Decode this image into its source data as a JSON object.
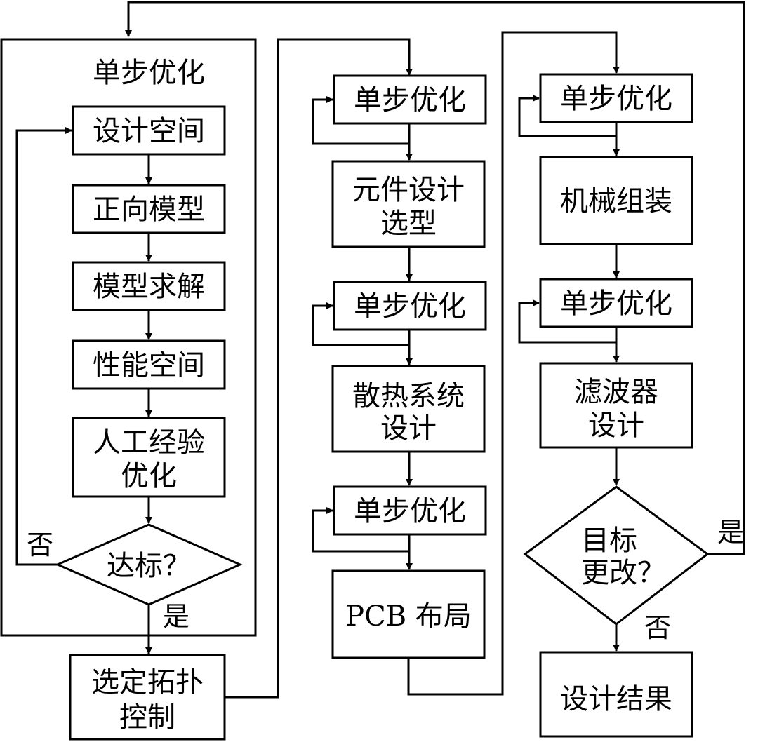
{
  "left_group": {
    "title": "单步优化",
    "design_space": "设计空间",
    "forward_model": "正向模型",
    "model_solve": "模型求解",
    "performance_space": "性能空间",
    "experience_line1": "人工经验",
    "experience_line2": "优化",
    "decision": "达标？",
    "no_label": "否",
    "yes_label": "是"
  },
  "topology": {
    "line1": "选定拓扑",
    "line2": "控制"
  },
  "middle_column": {
    "step_opt_1": "单步优化",
    "component_line1": "元件设计",
    "component_line2": "选型",
    "step_opt_2": "单步优化",
    "thermal_line1": "散热系统",
    "thermal_line2": "设计",
    "step_opt_3": "单步优化",
    "pcb": "PCB 布局"
  },
  "right_column": {
    "step_opt_1": "单步优化",
    "assembly": "机械组装",
    "step_opt_2": "单步优化",
    "filter_line1": "滤波器",
    "filter_line2": "设计",
    "decision_line1": "目标",
    "decision_line2": "更改？",
    "yes_label": "是",
    "no_label": "否",
    "result": "设计结果"
  }
}
